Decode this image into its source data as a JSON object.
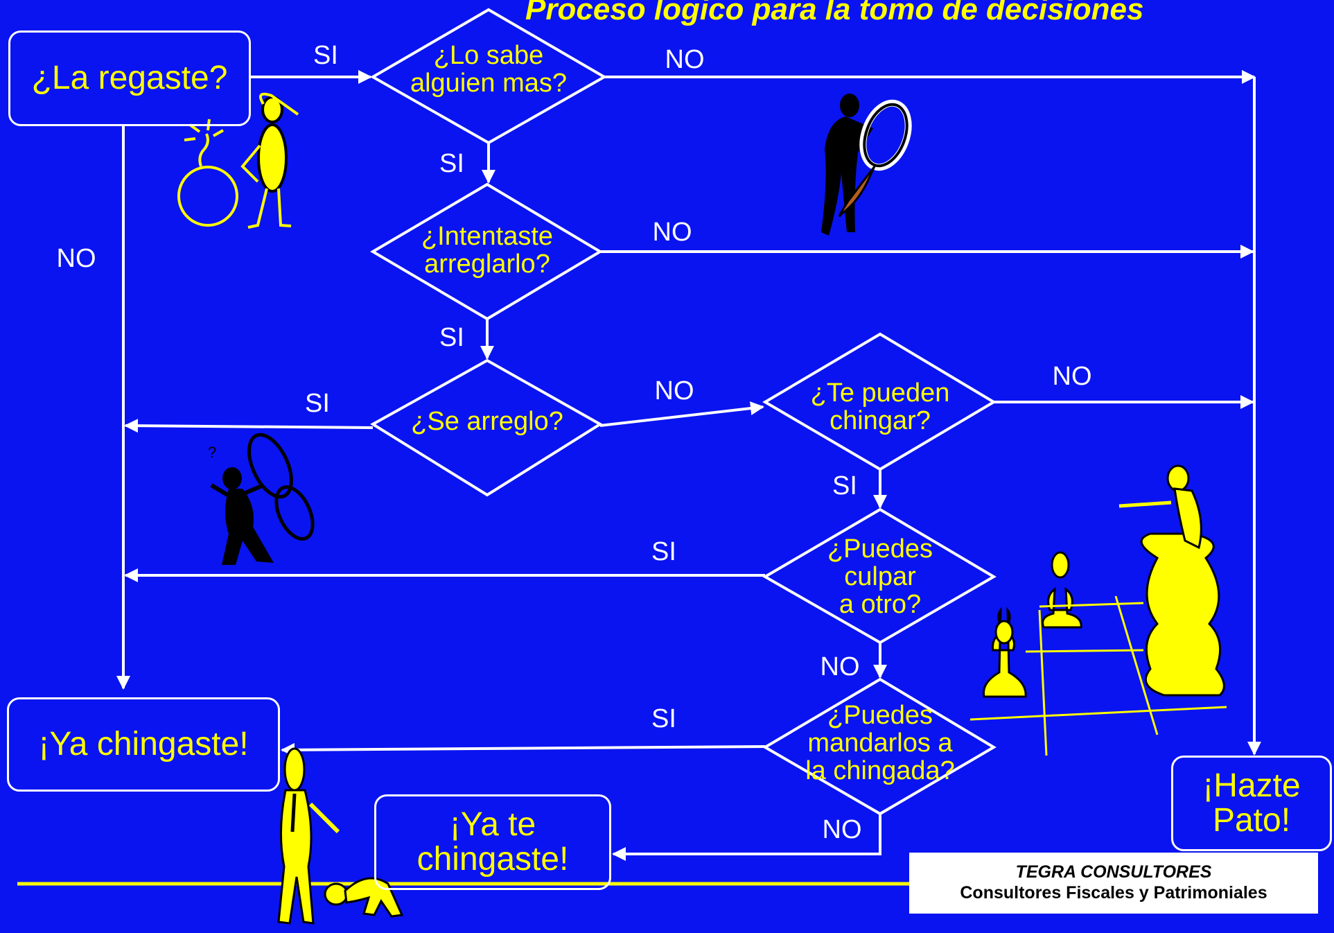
{
  "title": "Proceso logico para la tomo de decisiones",
  "nodes": {
    "start": "¿La regaste?",
    "q_lo_sabe": "¿Lo sabe\nalguien mas?",
    "q_intentaste": "¿Intentaste\narreglarlo?",
    "q_se_arreglo": "¿Se arreglo?",
    "q_te_pueden": "¿Te pueden\nchingar?",
    "q_culpar": "¿Puedes\nculpar\na otro?",
    "q_mandarlos": "¿Puedes\nmandarlos a\nla chingada?",
    "end_ya_chingaste": "¡Ya chingaste!",
    "end_ya_te_chingaste": "¡Ya te\nchingaste!",
    "end_hazte_pato": "¡Hazte\nPato!"
  },
  "edge_labels": {
    "start_si": "SI",
    "start_no": "NO",
    "lo_sabe_si": "SI",
    "lo_sabe_no": "NO",
    "intentaste_si": "SI",
    "intentaste_no": "NO",
    "se_arreglo_si": "SI",
    "se_arreglo_no": "NO",
    "te_pueden_si": "SI",
    "te_pueden_no": "NO",
    "culpar_si": "SI",
    "culpar_no": "NO",
    "mandarlos_si": "SI",
    "mandarlos_no": "NO"
  },
  "footer": {
    "company": "TEGRA CONSULTORES",
    "tagline": "Consultores Fiscales y Patrimoniales"
  },
  "colors": {
    "background": "#0a14f0",
    "node_text": "#ffff00",
    "lines": "#ffffff",
    "accent_line": "#ffff00"
  },
  "icons": [
    "bomb-icon",
    "confused-man-icon",
    "magnifier-man-icon",
    "phone-man-icon",
    "chess-pieces-icon",
    "pointing-man-icon",
    "bowing-man-icon"
  ]
}
